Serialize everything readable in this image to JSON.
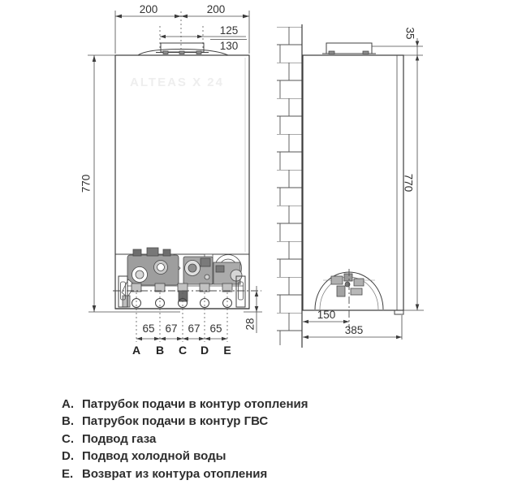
{
  "diagram": {
    "front": {
      "dim_left": "200",
      "dim_right": "200",
      "flue_inner": "125",
      "flue_outer": "130",
      "height": "770",
      "pipe_offset": "28",
      "spacings": [
        "65",
        "67",
        "67",
        "65"
      ],
      "ports": [
        "A",
        "B",
        "C",
        "D",
        "E"
      ],
      "watermark": "ALTEAS X 24"
    },
    "side": {
      "flue_height": "35",
      "height": "770",
      "port_depth": "150",
      "depth": "385"
    },
    "colors": {
      "line": "#404040",
      "text": "#333333",
      "component_gray": "#a5a5a5"
    }
  },
  "legend": {
    "items": [
      {
        "key": "A.",
        "label": "Патрубок подачи в контур отопления"
      },
      {
        "key": "B.",
        "label": "Патрубок подачи в контур ГВС"
      },
      {
        "key": "C.",
        "label": "Подвод газа"
      },
      {
        "key": "D.",
        "label": "Подвод холодной воды"
      },
      {
        "key": "E.",
        "label": "Возврат из контура отопления"
      }
    ]
  }
}
